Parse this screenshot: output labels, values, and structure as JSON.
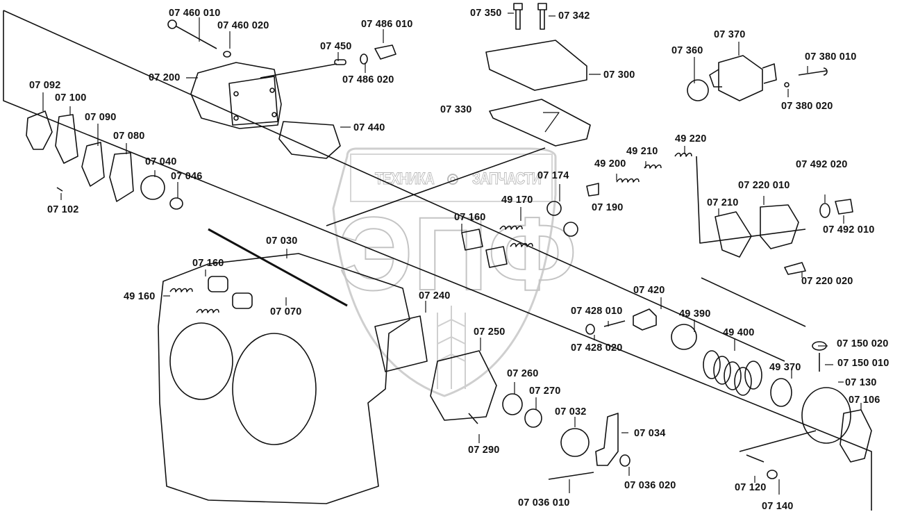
{
  "diagram": {
    "type": "exploded parts diagram",
    "subject": "transmission housing / shift mechanism"
  },
  "watermark": {
    "left_text": "ТЕХНИКА",
    "right_text": "ЗАПЧАСТИ",
    "logo_text": "ЭПФ",
    "gear_icon": "gear-icon"
  },
  "labels": [
    {
      "id": "07 460 010"
    },
    {
      "id": "07 460 020"
    },
    {
      "id": "07 450"
    },
    {
      "id": "07 486 010"
    },
    {
      "id": "07 486 020"
    },
    {
      "id": "07 200"
    },
    {
      "id": "07 440"
    },
    {
      "id": "07 350"
    },
    {
      "id": "07 342"
    },
    {
      "id": "07 300"
    },
    {
      "id": "07 330"
    },
    {
      "id": "07 370"
    },
    {
      "id": "07 360"
    },
    {
      "id": "07 380 010"
    },
    {
      "id": "07 380 020"
    },
    {
      "id": "07 092"
    },
    {
      "id": "07 100"
    },
    {
      "id": "07 090"
    },
    {
      "id": "07 080"
    },
    {
      "id": "07 040"
    },
    {
      "id": "07 046"
    },
    {
      "id": "07 102"
    },
    {
      "id": "49 220"
    },
    {
      "id": "49 210"
    },
    {
      "id": "49 200"
    },
    {
      "id": "07 174"
    },
    {
      "id": "07 190"
    },
    {
      "id": "49 170"
    },
    {
      "id": "07 160"
    },
    {
      "id": "07 492 020"
    },
    {
      "id": "07 220 010"
    },
    {
      "id": "07 210"
    },
    {
      "id": "07 492 010"
    },
    {
      "id": "07 220 020"
    },
    {
      "id": "07 030"
    },
    {
      "id": "07 160"
    },
    {
      "id": "49 160"
    },
    {
      "id": "07 070"
    },
    {
      "id": "07 240"
    },
    {
      "id": "07 420"
    },
    {
      "id": "07 428 010"
    },
    {
      "id": "07 428 020"
    },
    {
      "id": "49 390"
    },
    {
      "id": "07 250"
    },
    {
      "id": "49 400"
    },
    {
      "id": "07 150 020"
    },
    {
      "id": "07 150 010"
    },
    {
      "id": "49 370"
    },
    {
      "id": "07 130"
    },
    {
      "id": "07 260"
    },
    {
      "id": "07 270"
    },
    {
      "id": "07 106"
    },
    {
      "id": "07 032"
    },
    {
      "id": "07 034"
    },
    {
      "id": "07 290"
    },
    {
      "id": "07 036 020"
    },
    {
      "id": "07 036 010"
    },
    {
      "id": "07 120"
    },
    {
      "id": "07 140"
    }
  ]
}
